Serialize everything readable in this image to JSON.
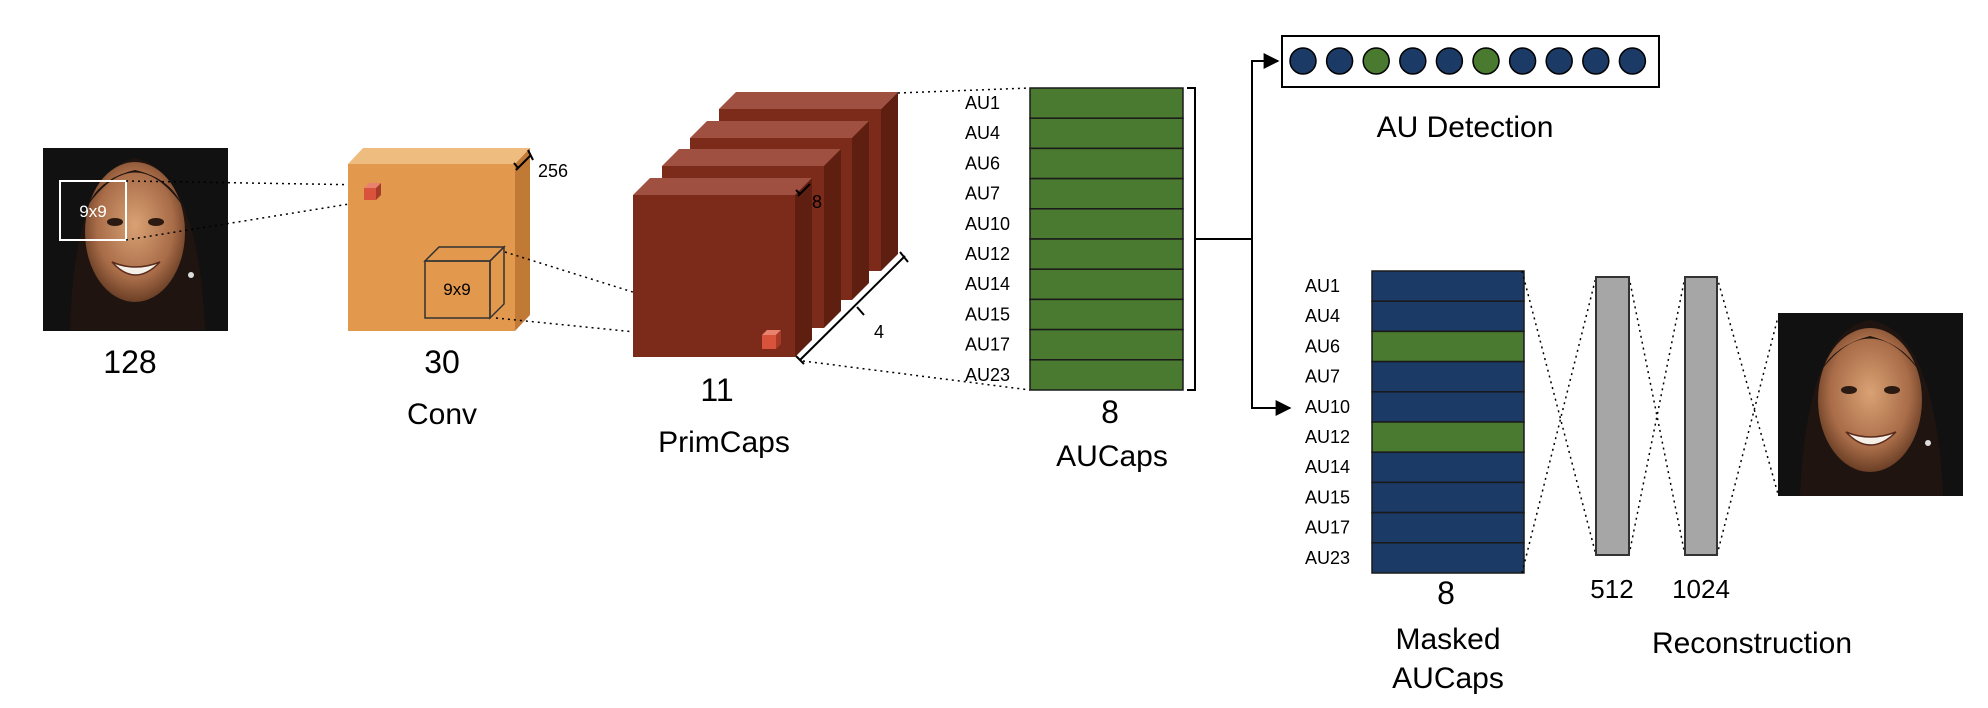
{
  "input": {
    "size_label": "128",
    "kernel_label": "9x9"
  },
  "conv": {
    "size_label": "30",
    "depth_label": "256",
    "kernel_label": "9x9",
    "name": "Conv"
  },
  "primcaps": {
    "size_label": "11",
    "dim_label": "8",
    "count_label": "4",
    "name": "PrimCaps"
  },
  "aucaps": {
    "au_labels": [
      "AU1",
      "AU4",
      "AU6",
      "AU7",
      "AU10",
      "AU12",
      "AU14",
      "AU15",
      "AU17",
      "AU23"
    ],
    "dim_label": "8",
    "name": "AUCaps",
    "cell_color": "#4a7a30"
  },
  "detection": {
    "title": "AU Detection",
    "active": [
      false,
      false,
      true,
      false,
      false,
      true,
      false,
      false,
      false,
      false
    ],
    "on_color": "#4a7a30",
    "off_color": "#1b3a66"
  },
  "masked": {
    "au_labels": [
      "AU1",
      "AU4",
      "AU6",
      "AU7",
      "AU10",
      "AU12",
      "AU14",
      "AU15",
      "AU17",
      "AU23"
    ],
    "active": [
      false,
      false,
      true,
      false,
      false,
      true,
      false,
      false,
      false,
      false
    ],
    "dim_label": "8",
    "name_line1": "Masked",
    "name_line2": "AUCaps"
  },
  "reconstruction": {
    "fc1_label": "512",
    "fc2_label": "1024",
    "name": "Reconstruction"
  },
  "colors": {
    "conv_front": "#e3994d",
    "conv_top": "#eebc7f",
    "conv_side": "#c07a35",
    "prim_front": "#7c2a1a",
    "prim_top": "#a05040",
    "prim_side": "#5e1e10",
    "fc_bar": "#a6a6a6",
    "red_cube": "#d9533c"
  }
}
